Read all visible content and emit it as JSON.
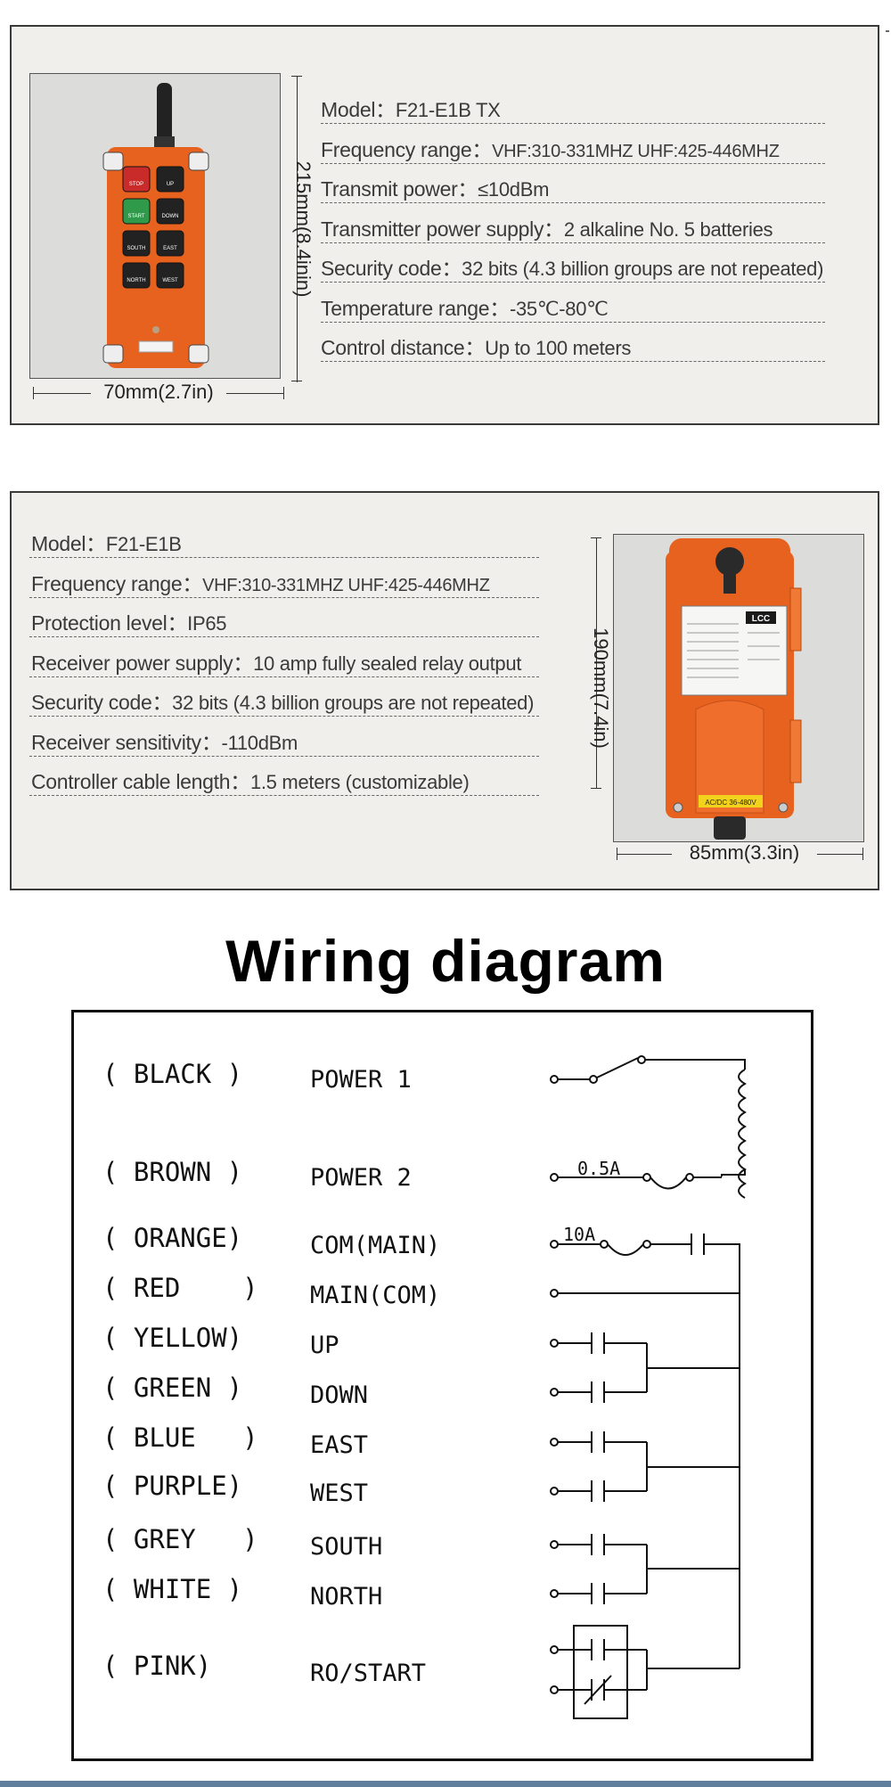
{
  "transmitter": {
    "specs": [
      {
        "label": "Model：",
        "value": "F21-E1B TX"
      },
      {
        "label": "Frequency range：",
        "value": "VHF:310-331MHZ UHF:425-446MHZ"
      },
      {
        "label": "Transmit power：",
        "value": "≤10dBm"
      },
      {
        "label": "Transmitter power supply：",
        "value": "2 alkaline No. 5 batteries"
      },
      {
        "label": "Security code：",
        "value": "32 bits (4.3 billion groups are not repeated)"
      },
      {
        "label": "Temperature range：",
        "value": "-35℃-80℃"
      },
      {
        "label": "Control distance：",
        "value": "Up to 100 meters"
      }
    ],
    "height_dim": "215mm(8.4inin)",
    "width_dim": "70mm(2.7in)",
    "buttons": [
      "STOP",
      "UP",
      "START",
      "DOWN",
      "SOUTH",
      "EAST",
      "NORTH",
      "WEST"
    ]
  },
  "receiver": {
    "specs": [
      {
        "label": "Model：",
        "value": "F21-E1B"
      },
      {
        "label": "Frequency range：",
        "value": "VHF:310-331MHZ UHF:425-446MHZ"
      },
      {
        "label": "Protection level：",
        "value": "IP65"
      },
      {
        "label": "Receiver power supply：",
        "value": "10 amp fully sealed relay output"
      },
      {
        "label": "Security code：",
        "value": "32 bits (4.3 billion groups are not repeated)"
      },
      {
        "label": "Receiver sensitivity：",
        "value": "-110dBm"
      },
      {
        "label": "Controller cable length：",
        "value": "1.5 meters (customizable)"
      }
    ],
    "height_dim": "190mm(7.4in)",
    "width_dim": "85mm(3.3in)",
    "brand": "LCC",
    "voltage_label": "AC/DC 36-480V"
  },
  "wiring": {
    "title": "Wiring diagram",
    "rows": [
      {
        "color": "( BLACK )",
        "func": "POWER 1"
      },
      {
        "color": "( BROWN )",
        "func": "POWER 2"
      },
      {
        "color": "( ORANGE)",
        "func": "COM(MAIN)"
      },
      {
        "color": "( RED    )",
        "func": "MAIN(COM)"
      },
      {
        "color": "( YELLOW)",
        "func": "UP"
      },
      {
        "color": "( GREEN )",
        "func": "DOWN"
      },
      {
        "color": "( BLUE   )",
        "func": "EAST"
      },
      {
        "color": "( PURPLE)",
        "func": "WEST"
      },
      {
        "color": "( GREY   )",
        "func": "SOUTH"
      },
      {
        "color": "( WHITE )",
        "func": "NORTH"
      },
      {
        "color": "( PINK)",
        "func": "RO/START"
      }
    ],
    "fuse_small": "0.5A",
    "fuse_main": "10A"
  },
  "colors": {
    "panel_bg": "#f0efeb",
    "housing_orange": "#e8621f",
    "bottom_bar": "#5f7f9c"
  }
}
